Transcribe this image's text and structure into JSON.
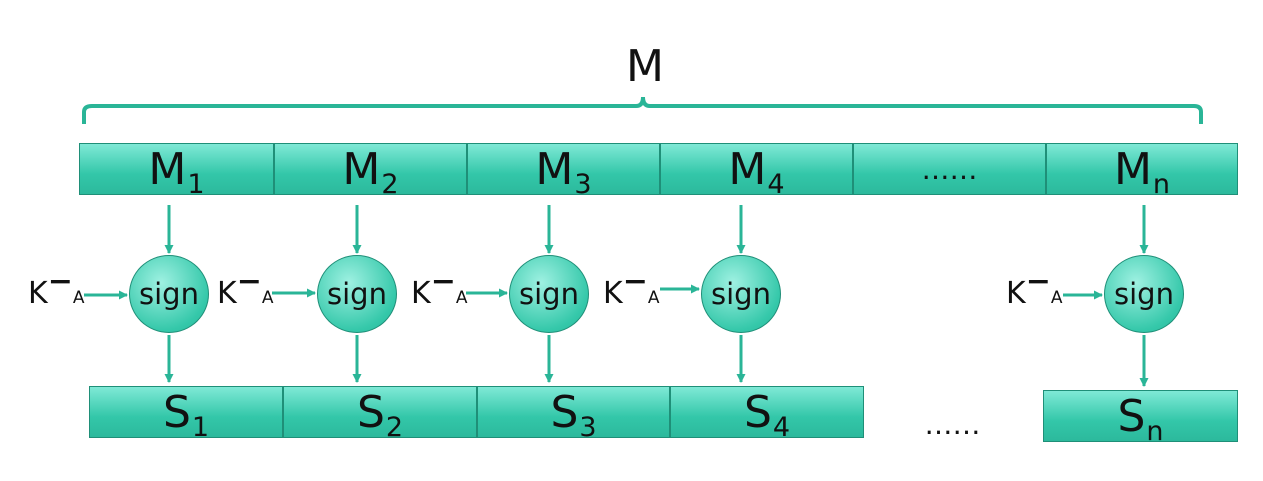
{
  "whole_message": "M",
  "message_blocks": [
    {
      "base": "M",
      "sub": "1"
    },
    {
      "base": "M",
      "sub": "2"
    },
    {
      "base": "M",
      "sub": "3"
    },
    {
      "base": "M",
      "sub": "4"
    },
    {
      "ellipsis": "……"
    },
    {
      "base": "M",
      "sub": "n"
    }
  ],
  "signer_label": "sign",
  "key_label": {
    "base": "K",
    "sup": "−",
    "sub": "A"
  },
  "signature_blocks": [
    {
      "base": "S",
      "sub": "1"
    },
    {
      "base": "S",
      "sub": "2"
    },
    {
      "base": "S",
      "sub": "3"
    },
    {
      "base": "S",
      "sub": "4"
    },
    {
      "ellipsis": "……"
    },
    {
      "base": "S",
      "sub": "n"
    }
  ],
  "colors": {
    "block_fill": "#36c9ab",
    "line": "#2ab597"
  }
}
